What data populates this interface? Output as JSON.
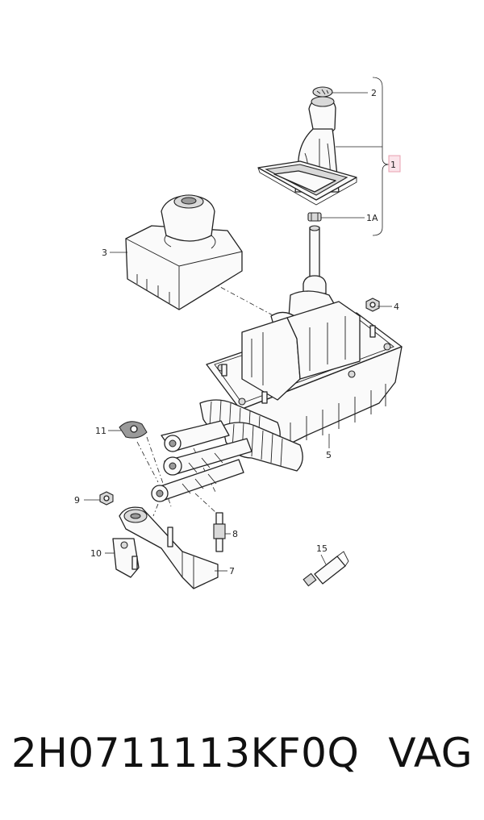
{
  "diagram": {
    "callouts": {
      "c1": "1",
      "c1a": "1A",
      "c2": "2",
      "c3": "3",
      "c4": "4",
      "c5": "5",
      "c7": "7",
      "c8": "8",
      "c9": "9",
      "c10": "10",
      "c11": "11",
      "c15": "15"
    },
    "highlight_color": "#e8a0b0"
  },
  "footer": {
    "part_number": "2H0711113KF0Q",
    "brand": "VAG"
  }
}
